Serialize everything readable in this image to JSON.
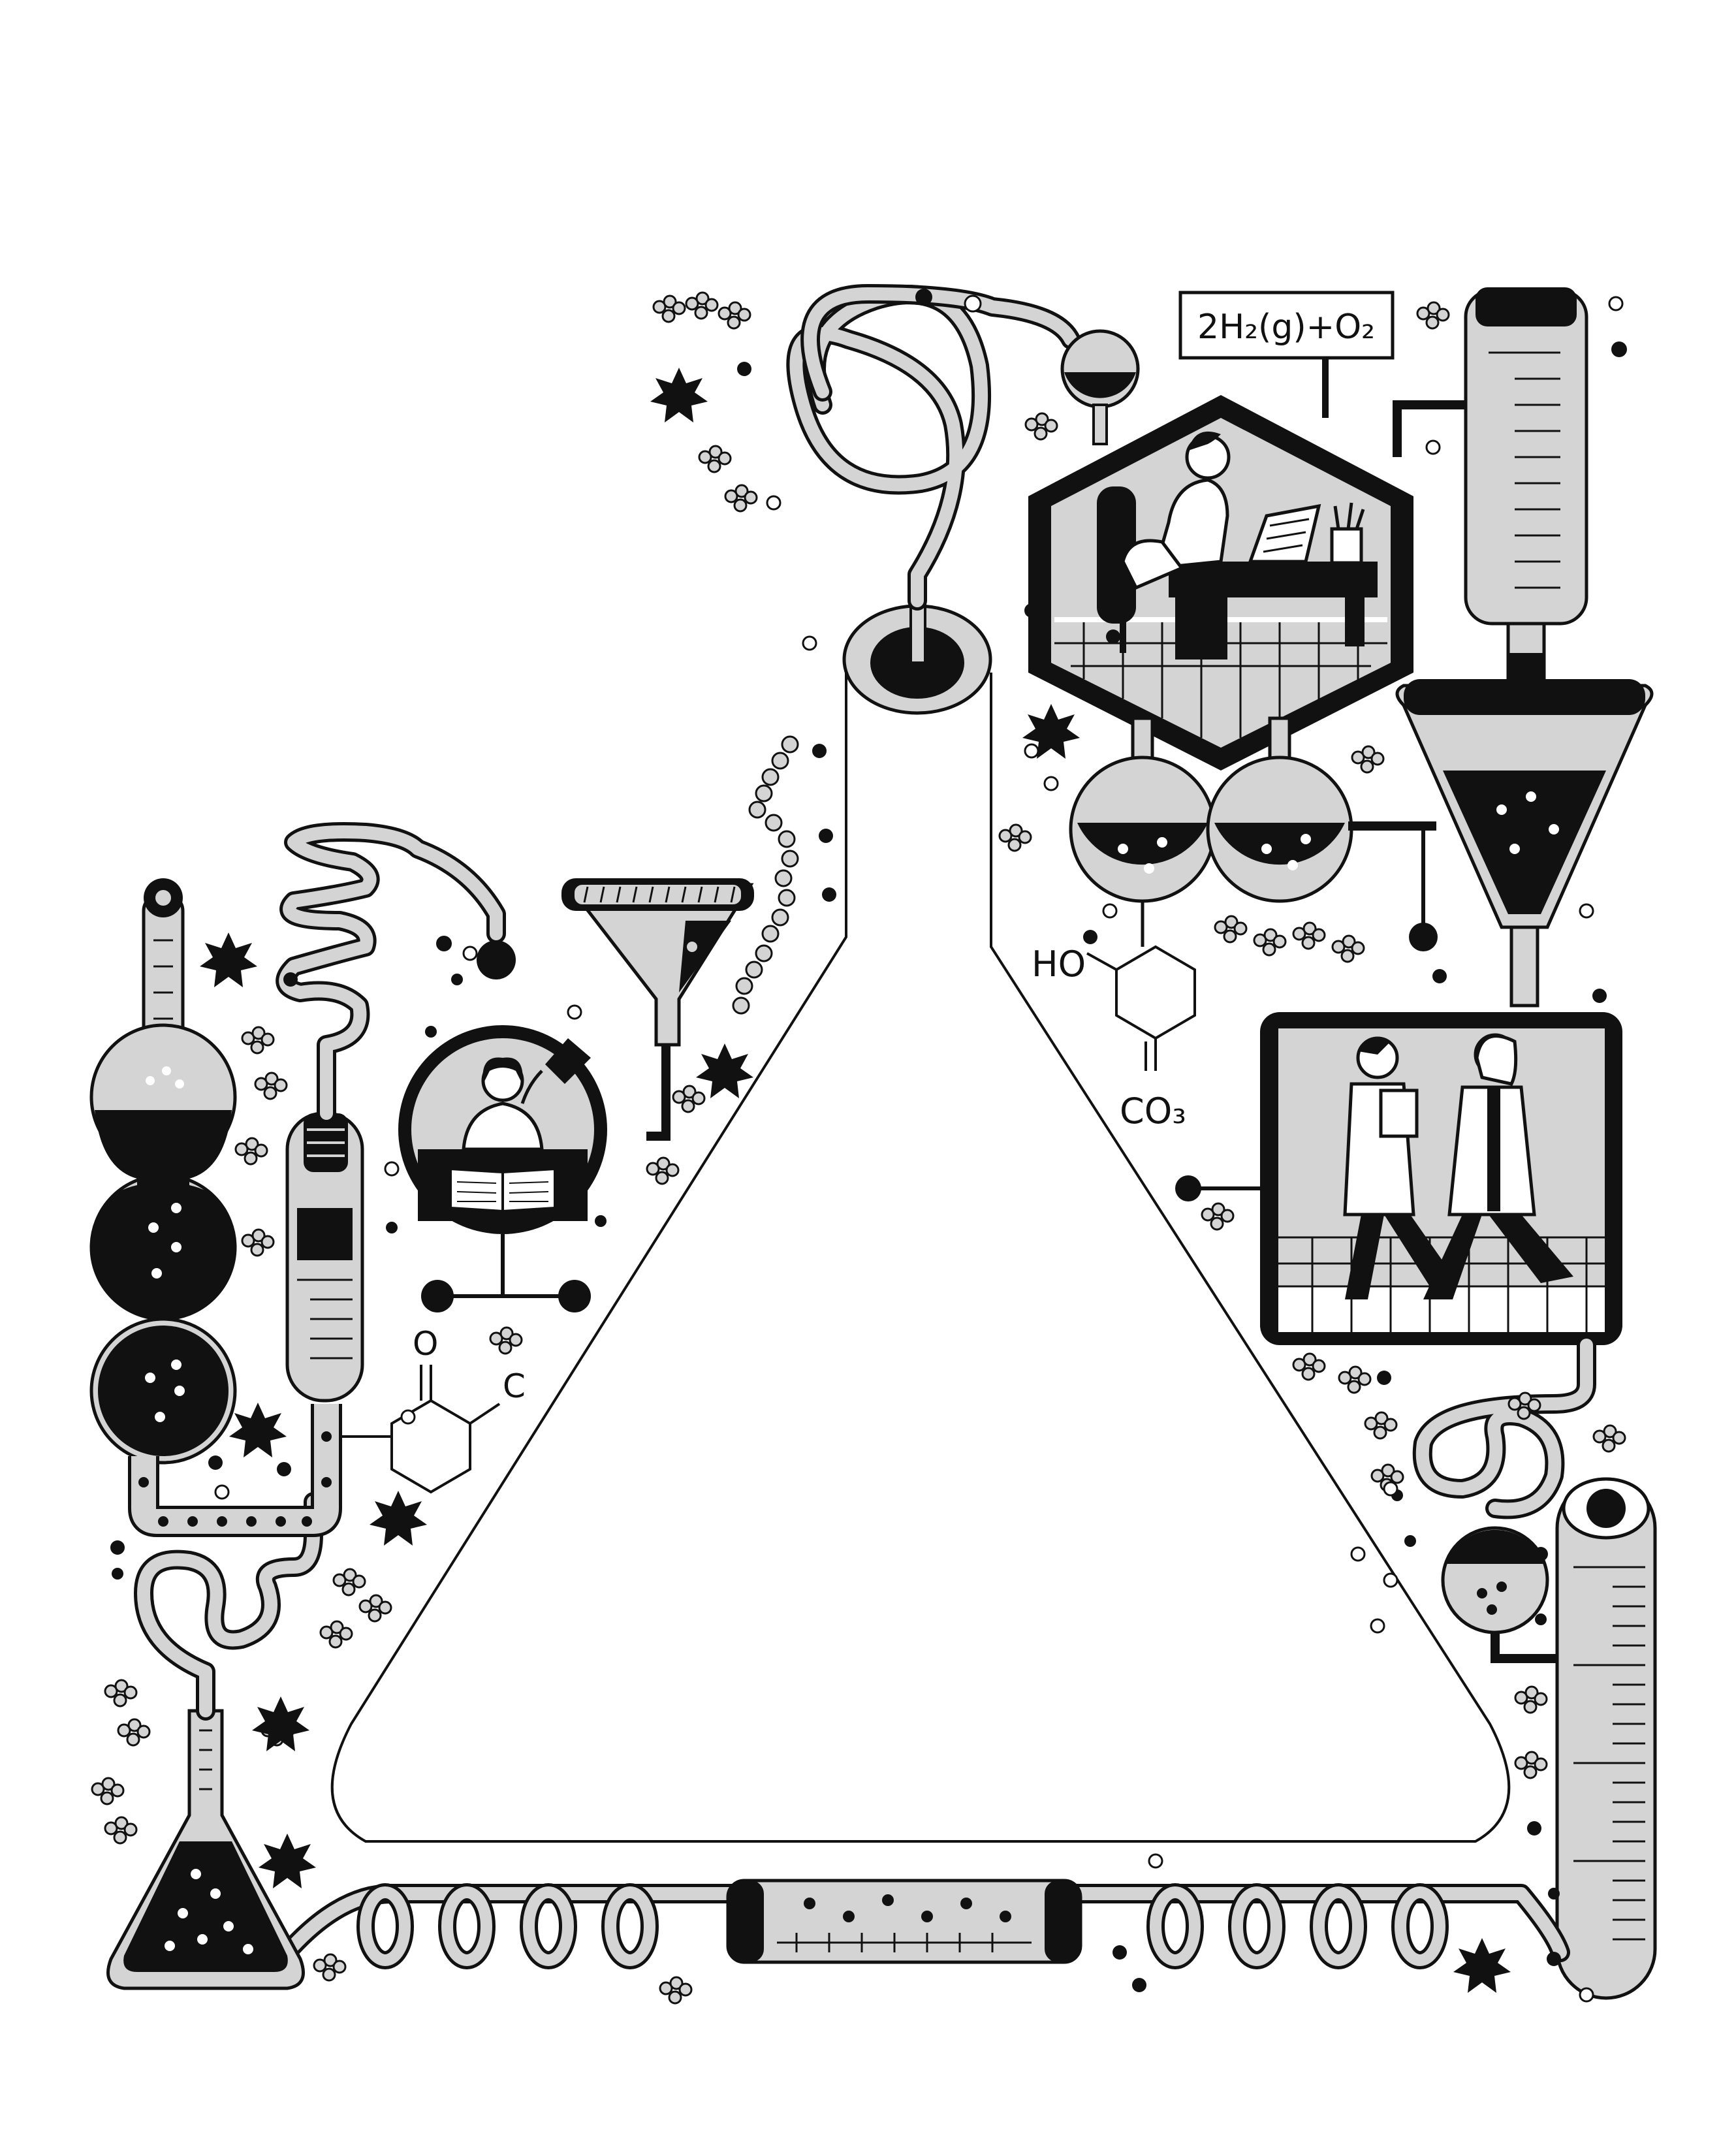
{
  "illustration": {
    "equation": "2H₂(g)+O₂",
    "molecule_right": {
      "substituent_top": "HO",
      "substituent_bottom": "CO₃"
    },
    "molecule_left": {
      "substituent_top": "O",
      "substituent_right": "C"
    },
    "colors": {
      "ink": "#111111",
      "fill_gray": "#d4d4d4",
      "paper": "#ffffff"
    },
    "scenes": [
      "scientist-at-desk",
      "person-reading-book",
      "two-scientists-walking"
    ]
  }
}
